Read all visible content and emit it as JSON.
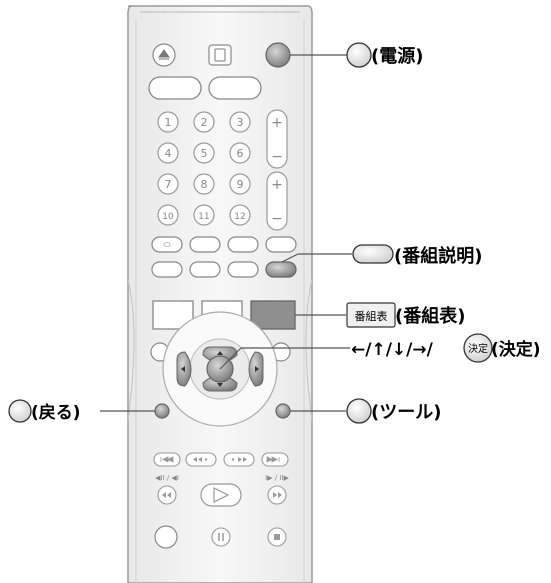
{
  "callouts": {
    "power": "(電源)",
    "program_info": "(番組説明)",
    "guide_button_text": "番組表",
    "guide": "(番組表)",
    "arrows": "←/↑/↓/→/",
    "enter_button_text": "決定",
    "enter": "(決定)",
    "back": "(戻る)",
    "tools": "(ツール)"
  },
  "remote": {
    "number_keys": [
      "1",
      "2",
      "3",
      "4",
      "5",
      "6",
      "7",
      "8",
      "9",
      "10",
      "11",
      "12"
    ],
    "plus_sign": "+",
    "minus_sign": "−",
    "skip_prev_label": "◀II / ◀I",
    "skip_next_label": "I▶ / II▶"
  },
  "colors": {
    "body_fill": "#f3f3f3",
    "body_edge": "#9a9a9a",
    "highlight_fill": "#8f8f8f",
    "callout_line": "#555555"
  }
}
